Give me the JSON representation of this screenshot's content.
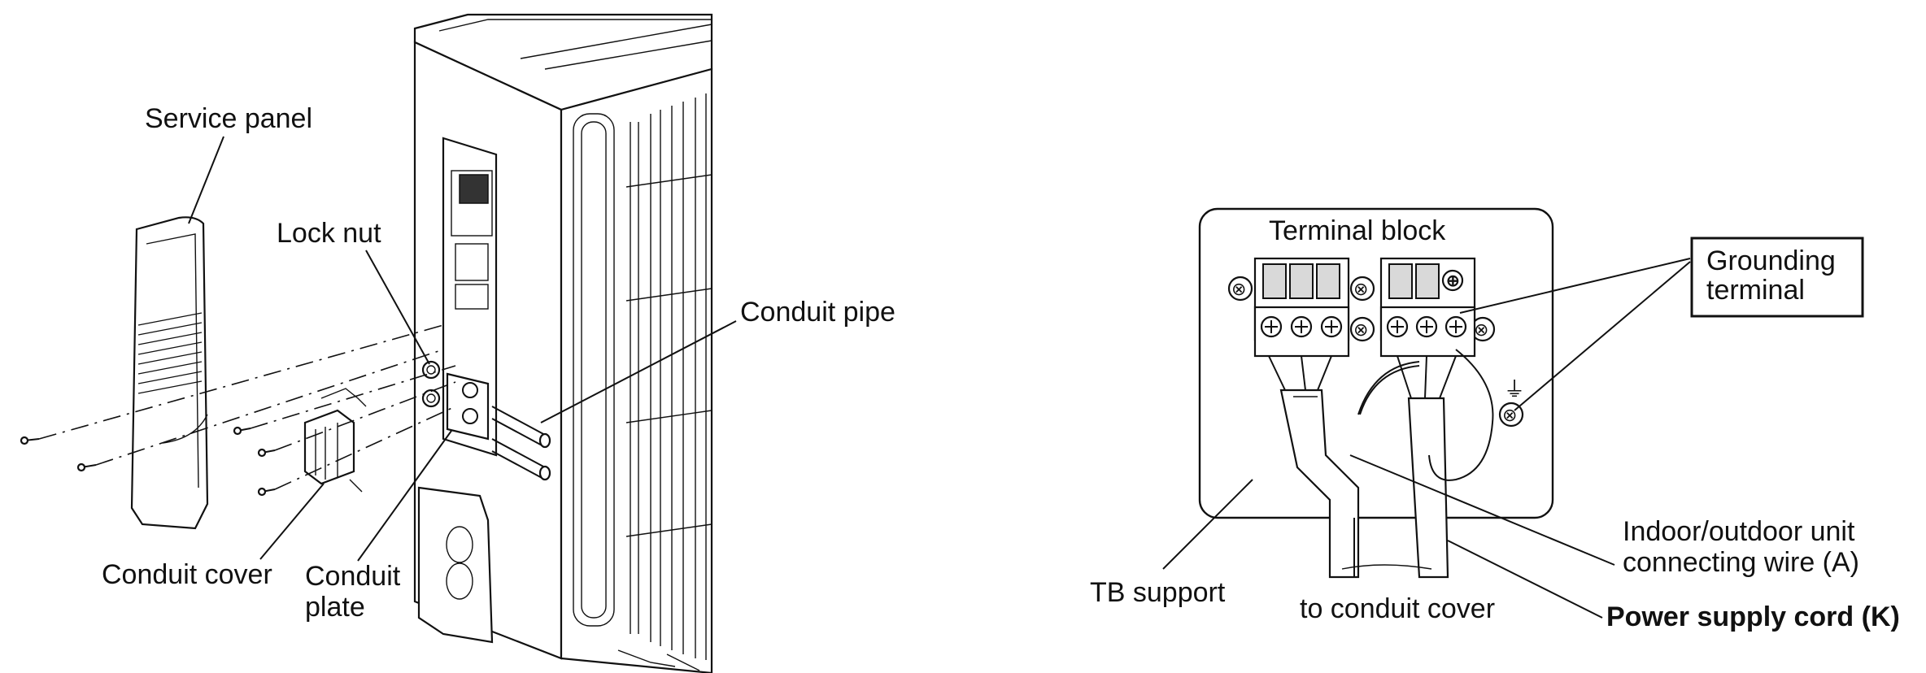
{
  "left_figure": {
    "labels": {
      "service_panel": "Service panel",
      "lock_nut": "Lock nut",
      "conduit_pipe": "Conduit pipe",
      "conduit_cover": "Conduit cover",
      "conduit_plate_line1": "Conduit",
      "conduit_plate_line2": "plate"
    }
  },
  "right_figure": {
    "labels": {
      "terminal_block": "Terminal block",
      "grounding_terminal_line1": "Grounding",
      "grounding_terminal_line2": "terminal",
      "tb_support": "TB support",
      "to_conduit_cover": "to conduit cover",
      "connecting_wire_line1": "Indoor/outdoor unit",
      "connecting_wire_line2": "connecting wire (A)",
      "power_supply_cord": "Power supply cord (K)"
    }
  }
}
